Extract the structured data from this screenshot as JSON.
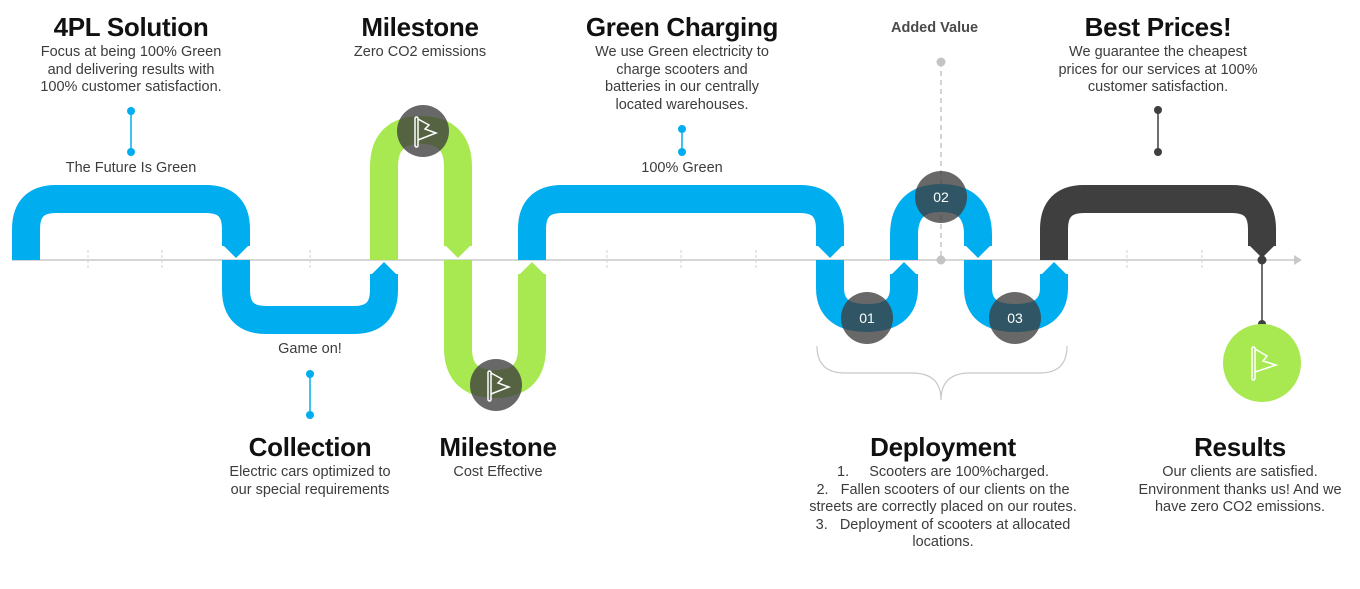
{
  "colors": {
    "blue": "#00AEEF",
    "green": "#A8E952",
    "dark": "#3F3F3F",
    "circle_dark": "#555555",
    "axis": "#C8C8C8"
  },
  "top_blocks": [
    {
      "title": "4PL Solution",
      "lines": [
        "Focus at being 100% Green",
        "and delivering results with",
        "100% customer satisfaction."
      ],
      "connector_label": "The Future Is Green"
    },
    {
      "title": "Milestone",
      "lines": [
        "Zero CO2 emissions"
      ]
    },
    {
      "title": "Green Charging",
      "lines": [
        "We use Green electricity to",
        "charge scooters and",
        "batteries in our centrally",
        "located warehouses."
      ],
      "connector_label": "100% Green"
    },
    {
      "title": "Best Prices!",
      "lines": [
        "We guarantee the cheapest",
        "prices for our services at 100%",
        "customer satisfaction."
      ]
    }
  ],
  "added_value": "Added Value",
  "bottom_blocks": [
    {
      "title": "Collection",
      "lines": [
        "Electric cars optimized to",
        "our special requirements"
      ],
      "connector_label": "Game on!"
    },
    {
      "title": "Milestone",
      "lines": [
        "Cost Effective"
      ]
    },
    {
      "title": "Deployment",
      "list": [
        {
          "num": "1.",
          "text": "Scooters are 100%charged."
        },
        {
          "num": "2.",
          "text": "Fallen scooters of our clients on the streets are correctly placed on our routes."
        },
        {
          "num": "3.",
          "text": "Deployment of scooters at allocated locations."
        }
      ]
    },
    {
      "title": "Results",
      "lines": [
        "Our clients are satisfied.",
        "Environment thanks us! And we",
        "have zero CO2 emissions."
      ]
    }
  ],
  "steps": [
    "01",
    "02",
    "03"
  ],
  "icons": {
    "milestone_flag": "flag-icon",
    "results_flag": "flag-icon"
  }
}
